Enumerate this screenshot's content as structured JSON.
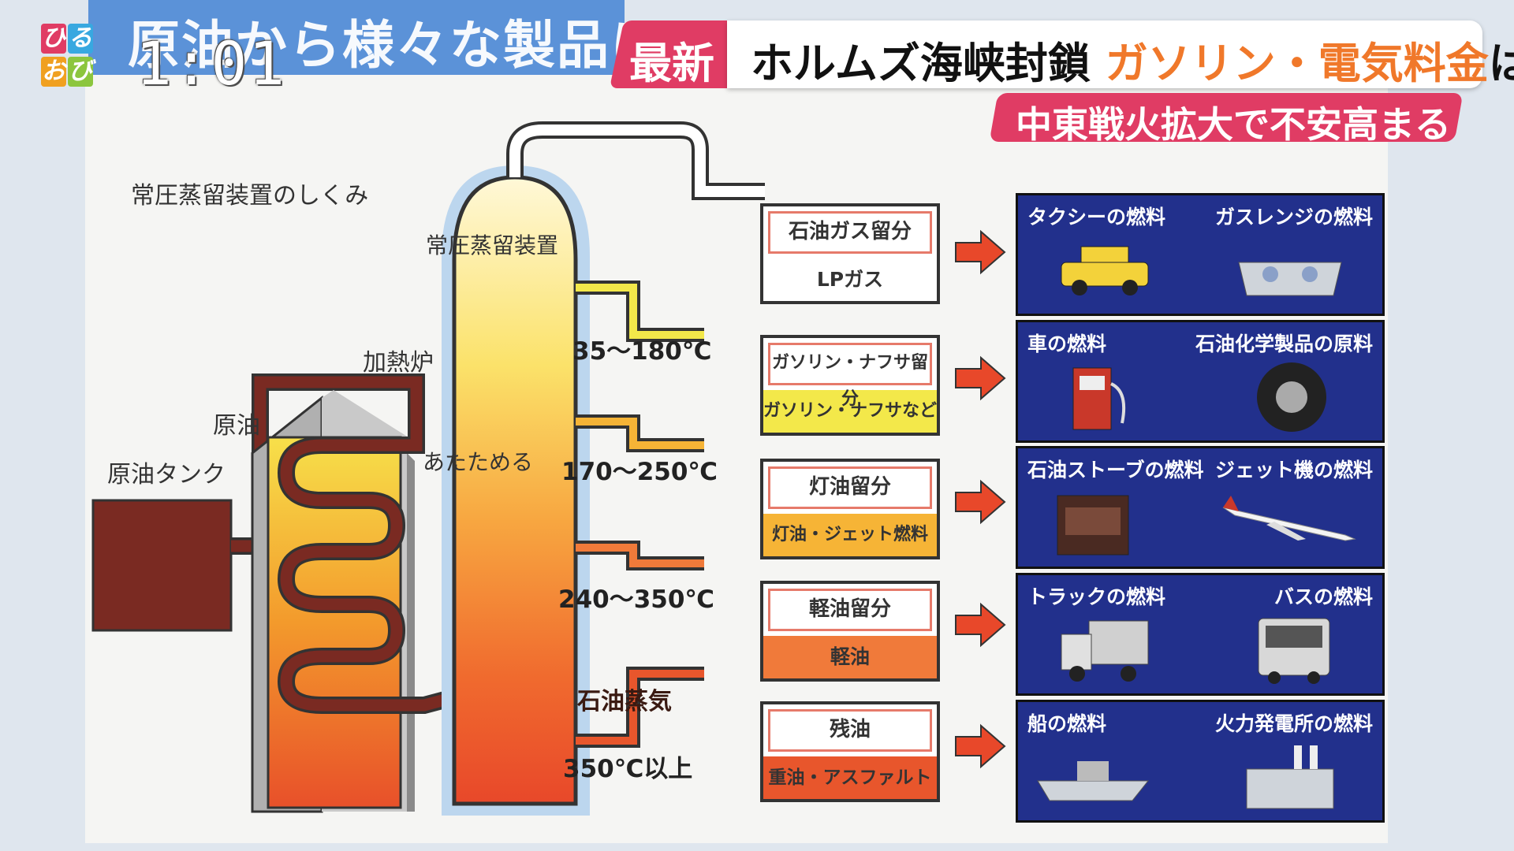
{
  "logo": {
    "chars": [
      "ひ",
      "る",
      "お",
      "び"
    ],
    "colors": [
      "#e03c64",
      "#38a8e0",
      "#f0a020",
      "#8cc63e"
    ]
  },
  "clock": "1:01",
  "banner": {
    "title": "原油から様々な製品に"
  },
  "headline": {
    "tag": "最新",
    "text_before": "ホルムズ海峡封鎖 ",
    "text_accent": "ガソリン・電気料金",
    "text_after": "は?",
    "sub": "中東戦火拡大で不安高まる"
  },
  "diagram": {
    "caption": "常圧蒸留装置のしくみ",
    "column_label": "常圧蒸留装置",
    "furnace_label": "加熱炉",
    "crude_label": "原油",
    "tank_label": "原油タンク",
    "heat_label": "あたためる",
    "vapor_label": "石油蒸気",
    "temperatures": [
      "35～180℃",
      "170～250℃",
      "240～350℃",
      "350℃以上"
    ],
    "fractions": [
      {
        "name": "石油ガス留分",
        "product": "LPガス",
        "color": "#ffffff"
      },
      {
        "name": "ガソリン・ナフサ留分",
        "product": "ガソリン・ナフサなど",
        "color": "#f3e84a"
      },
      {
        "name": "灯油留分",
        "product": "灯油・ジェット燃料",
        "color": "#f6b436"
      },
      {
        "name": "軽油留分",
        "product": "軽油",
        "color": "#f07a3a"
      },
      {
        "name": "残油",
        "product": "重油・アスファルト",
        "color": "#e8562c"
      }
    ],
    "uses": [
      {
        "left": "タクシーの燃料",
        "right": "ガスレンジの燃料",
        "left_icon": "taxi-icon",
        "right_icon": "gas-stove-icon"
      },
      {
        "left": "車の燃料",
        "right": "石油化学製品の原料",
        "left_icon": "fuel-pump-icon",
        "right_icon": "tire-icon"
      },
      {
        "left": "石油ストーブの燃料",
        "right": "ジェット機の燃料",
        "left_icon": "heater-icon",
        "right_icon": "jet-icon"
      },
      {
        "left": "トラックの燃料",
        "right": "バスの燃料",
        "left_icon": "truck-icon",
        "right_icon": "bus-icon"
      },
      {
        "left": "船の燃料",
        "right": "火力発電所の燃料",
        "left_icon": "ship-icon",
        "right_icon": "power-plant-icon"
      }
    ]
  }
}
